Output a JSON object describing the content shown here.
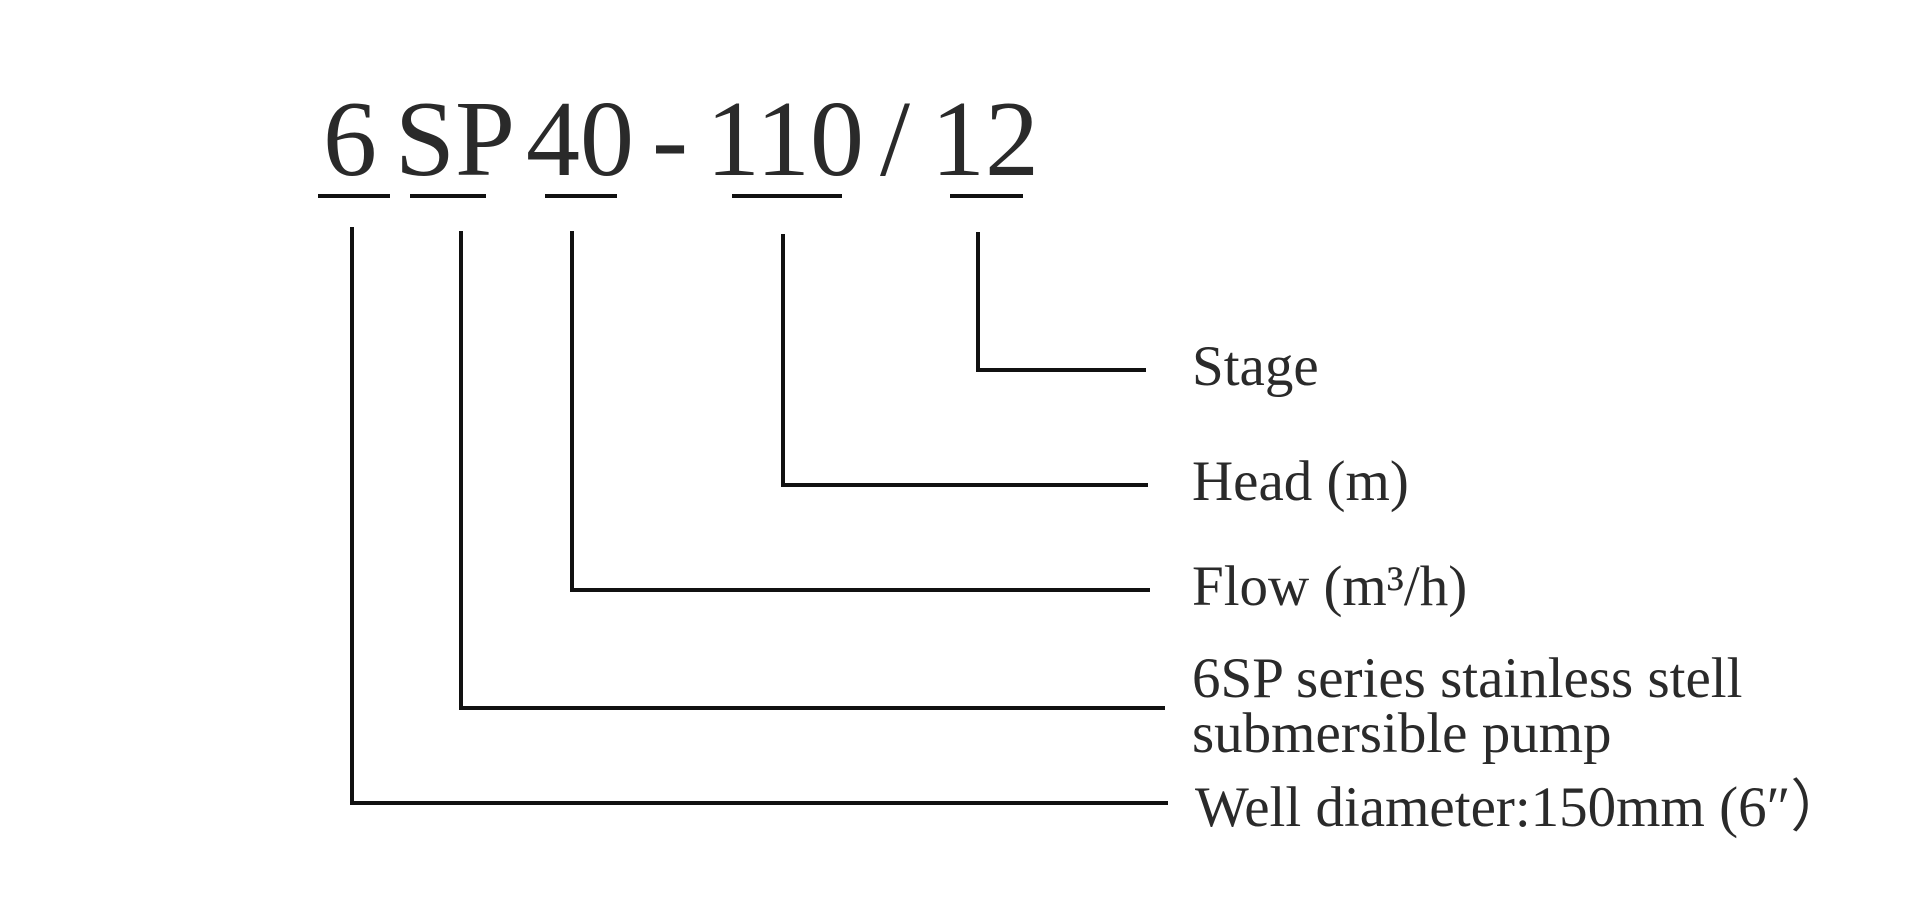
{
  "model_code": {
    "parts": [
      {
        "id": "well",
        "text": "6"
      },
      {
        "id": "series",
        "text": "SP"
      },
      {
        "id": "flow",
        "text": "40"
      },
      {
        "id": "dash",
        "text": "-"
      },
      {
        "id": "head",
        "text": "110"
      },
      {
        "id": "slash",
        "text": "/"
      },
      {
        "id": "stage",
        "text": "12"
      }
    ]
  },
  "labels": {
    "stage": "Stage",
    "head": "Head (m)",
    "flow": "Flow (m³/h)",
    "series_line1": "6SP series stainless stell",
    "series_line2": "submersible pump",
    "well": "Well diameter:150mm (6″）"
  }
}
